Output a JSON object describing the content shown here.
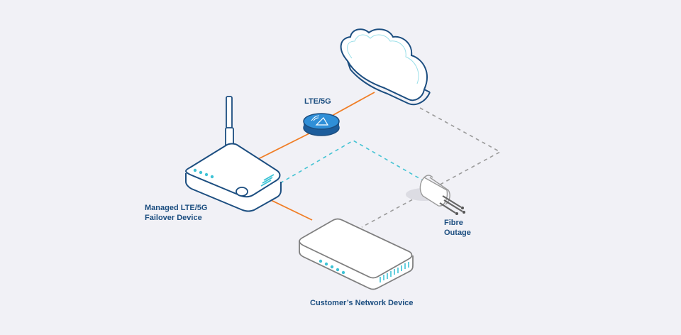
{
  "labels": {
    "lte": "LTE/5G",
    "managed_line1": "Managed LTE/5G",
    "managed_line2": "Failover Device",
    "fibre_line1": "Fibre",
    "fibre_line2": "Outage",
    "customer": "Customer’s Network Device"
  },
  "colors": {
    "background": "#f1f1f6",
    "outline_dark": "#1c4e80",
    "lte_link": "#f07e26",
    "failover_dashed": "#44c3d3",
    "fibre_dashed": "#9a9a9a",
    "modem_blue": "#2f8fd8",
    "customer_outline": "#7f7f7f",
    "customer_led": "#3ec3d6"
  },
  "icons": [
    "cloud-icon",
    "lte-modem-icon",
    "router-icon",
    "network-switch-icon",
    "fibre-connector-icon"
  ]
}
